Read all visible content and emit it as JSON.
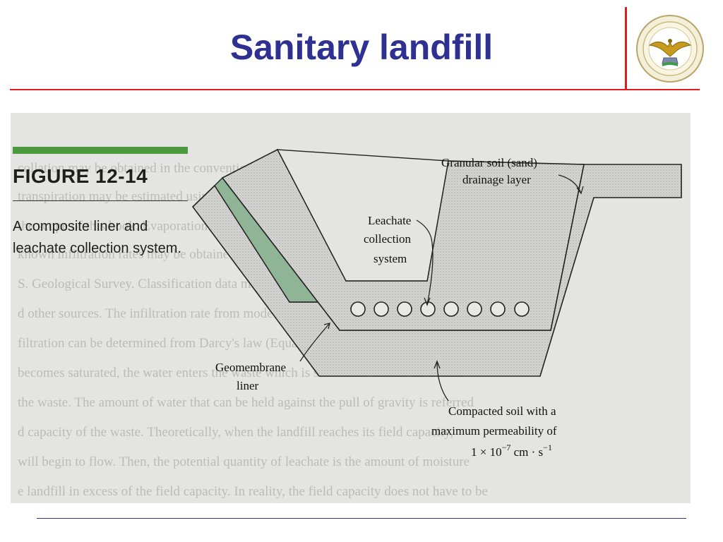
{
  "slide": {
    "title": "Sanitary landfill"
  },
  "figure": {
    "number": "FIGURE 12-14",
    "caption": "A composite liner and leachate collection system.",
    "accent_color": "#4b9a3e"
  },
  "labels": {
    "granular_soil_line1": "Granular soil (sand)",
    "granular_soil_line2": "drainage layer",
    "leachate_line1": "Leachate",
    "leachate_line2": "collection",
    "leachate_line3": "system",
    "geomembrane_line1": "Geomembrane",
    "geomembrane_line2": "liner",
    "compacted_line1": "Compacted soil with a",
    "compacted_line2": "maximum permeability of",
    "compacted_line3": "1 × 10",
    "compacted_exp": "−7",
    "compacted_unit": " cm · s",
    "compacted_unit_exp": "−1"
  },
  "background_text": [
    "collation may be obtained in the conventional manner from climatological records",
    "transpiration may be estimated using the various engineering techniques that are",
    "the scope of this book. Evaporation and transpiration are often lumped together.",
    "known infiltration rates may be obtained from the field data such as those",
    "S. Geological Survey. Classification data may be obtained from plant species and",
    "d other sources. The infiltration rate from modeling efforts",
    "filtration can be determined from Darcy's law (Equation 6-5). Until the",
    "becomes saturated, the water enters the waste which is stored in both the cover ma-",
    "the waste. The amount of water that can be held against the pull of gravity is referred",
    "d capacity of the waste. Theoretically, when the landfill reaches its field capacity,",
    "will begin to flow. Then, the potential quantity of leachate is the amount of moisture",
    "e landfill in excess of the field capacity. In reality, the field capacity does not have to be"
  ],
  "colors": {
    "title": "#2e3192",
    "rule_red": "#e31b1b",
    "rule_blue": "#2e3192",
    "scan_bg": "#e4e4e3",
    "liner_green": "#8fb596"
  }
}
